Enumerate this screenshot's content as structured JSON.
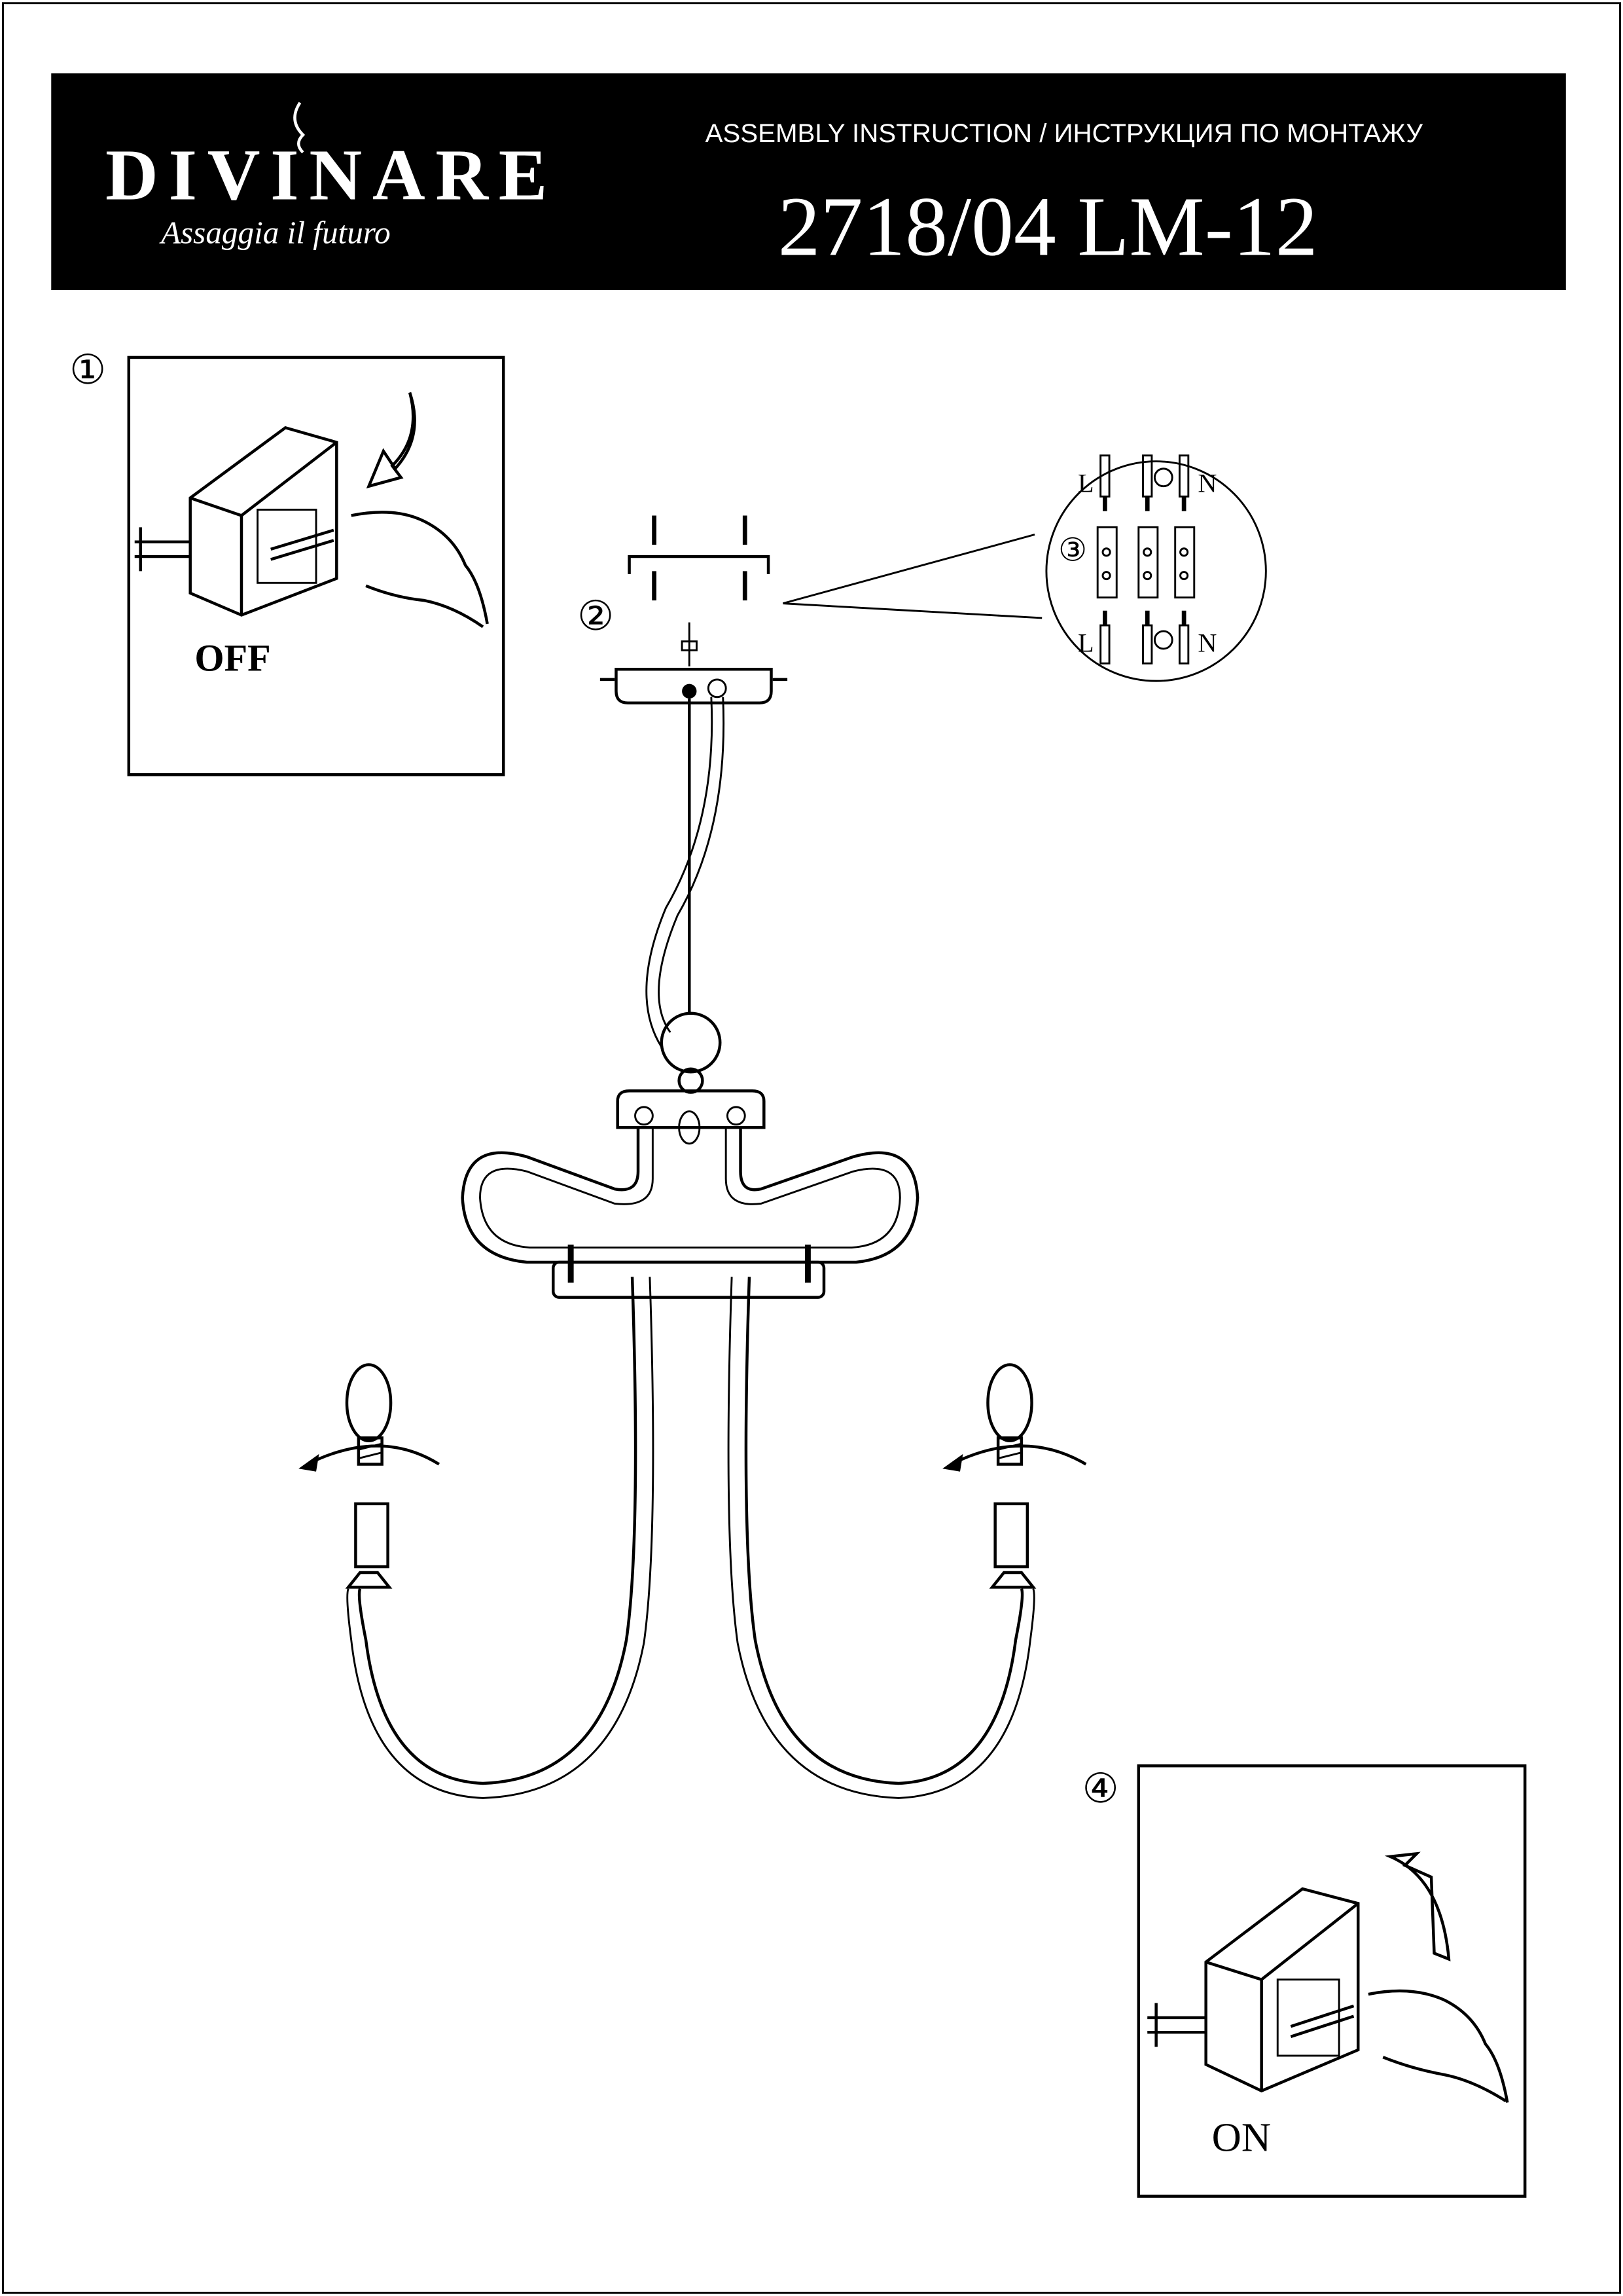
{
  "header": {
    "brand": "DIVINARE",
    "tagline": "Assaggia il futuro",
    "doc_title": "ASSEMBLY INSTRUCTION / ИНСТРУКЦИЯ ПО МОНТАЖУ",
    "model": "2718/04 LM-12"
  },
  "steps": {
    "step1": {
      "number": "①",
      "label": "OFF"
    },
    "step2": {
      "number": "②"
    },
    "step3": {
      "number": "③",
      "live": "L",
      "neutral": "N"
    },
    "step4": {
      "number": "④",
      "label": "ON"
    }
  },
  "colors": {
    "ink": "#000000",
    "paper": "#ffffff"
  }
}
